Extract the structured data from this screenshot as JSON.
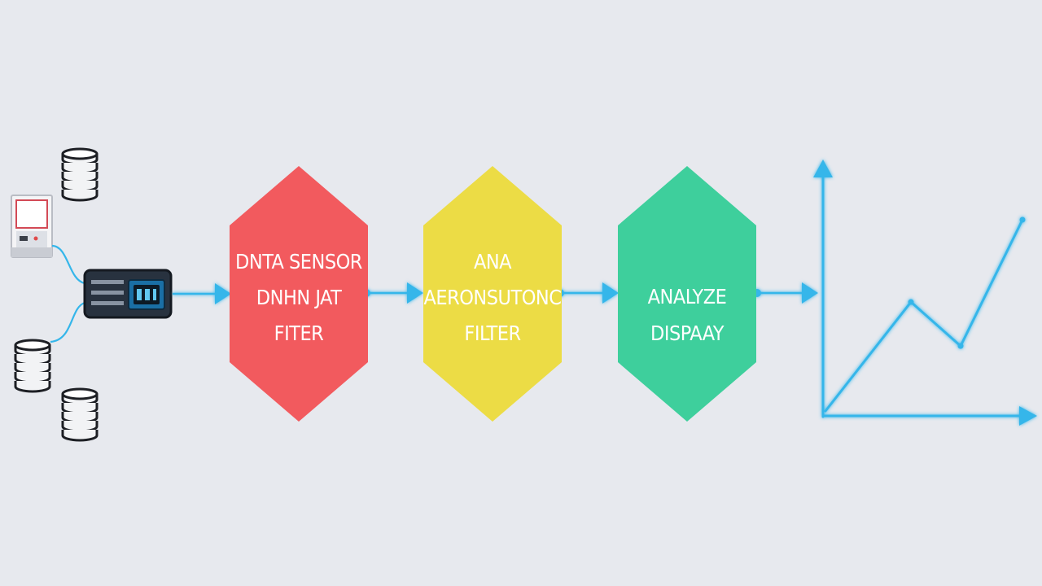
{
  "colors": {
    "background": "#e7e9ee",
    "connector": "#35b6ea",
    "chart_line": "#35b6ea",
    "stage_sensor": "#f25a5e",
    "stage_acquisition": "#ecdc45",
    "stage_analyze": "#3ecf9c",
    "hub_body": "#28323f",
    "database_stroke": "#1d1f24"
  },
  "stages": [
    {
      "color": "#f25a5e",
      "lines": [
        "DNTA SENSOR",
        "DNHN JAT",
        "FITER"
      ]
    },
    {
      "color": "#ecdc45",
      "lines": [
        "ANA",
        "AERONSUTONC",
        "FILTER"
      ]
    },
    {
      "color": "#3ecf9c",
      "lines": [
        "ANALYZE",
        "DISPAAY"
      ]
    }
  ],
  "inputs": {
    "databases": [
      "database-icon",
      "database-icon",
      "database-icon"
    ],
    "device": "sensor-device-icon",
    "hub": "data-hub-icon"
  },
  "output": {
    "icon": "line-chart-icon",
    "trend": [
      0,
      0.57,
      0.34,
      1
    ]
  }
}
